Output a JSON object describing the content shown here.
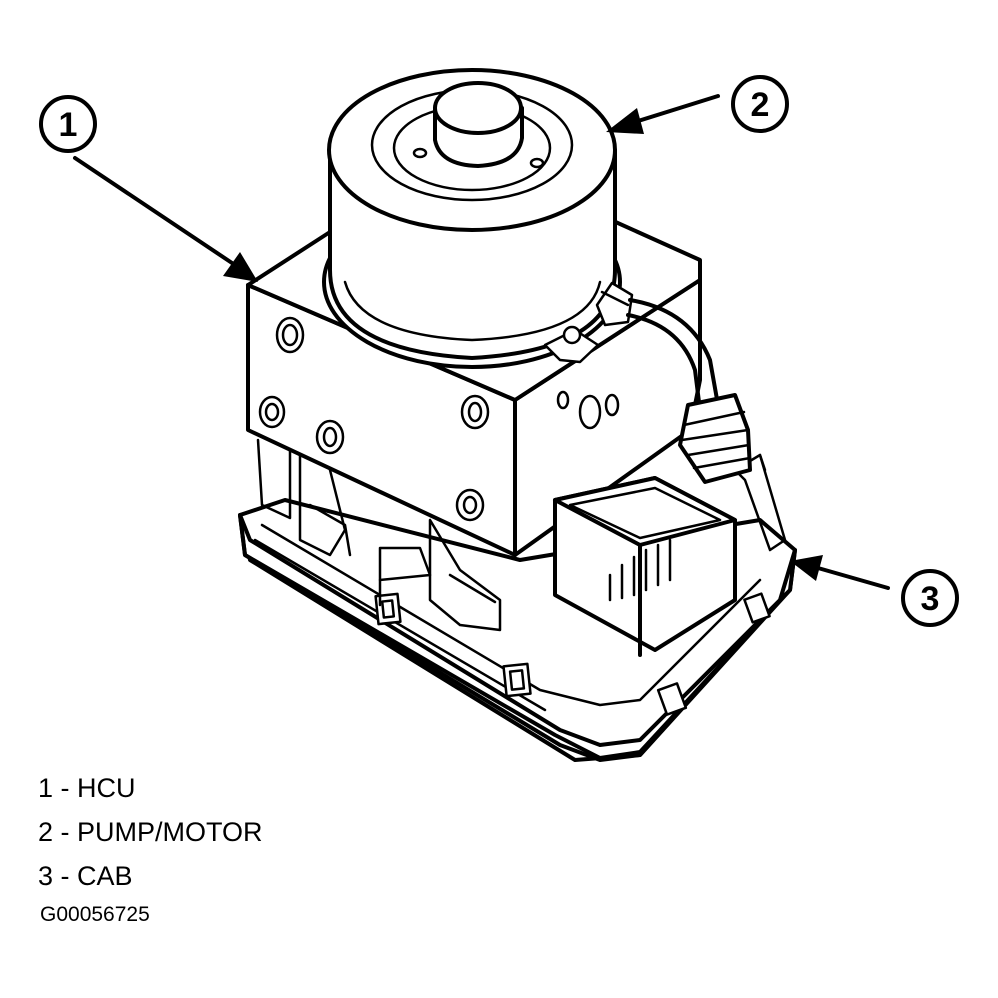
{
  "callouts": [
    {
      "number": "1"
    },
    {
      "number": "2"
    },
    {
      "number": "3"
    }
  ],
  "legend": [
    {
      "text": "1 - HCU"
    },
    {
      "text": "2 - PUMP/MOTOR"
    },
    {
      "text": "3 - CAB"
    }
  ],
  "figure_id": "G00056725"
}
